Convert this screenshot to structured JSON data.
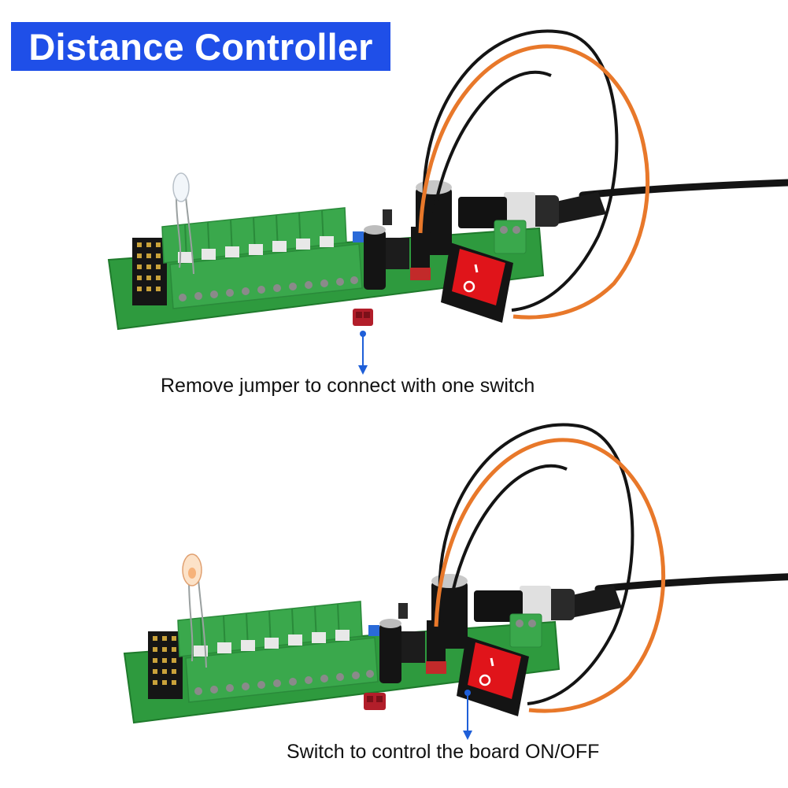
{
  "title": "Distance Controller",
  "colors": {
    "banner": "#1f4fe8",
    "pcb": "#2e9a3e",
    "terminal": "#3aa84c",
    "switch": "#e0141a",
    "jumper": "#b21e2a",
    "wire_orange": "#e8782a",
    "wire_black": "#141414",
    "arrow": "#1f5fd8"
  },
  "panels": [
    {
      "caption": "Remove jumper to connect with one switch",
      "bulb_lit": false
    },
    {
      "caption": "Switch to control the board ON/OFF",
      "bulb_lit": true
    }
  ]
}
